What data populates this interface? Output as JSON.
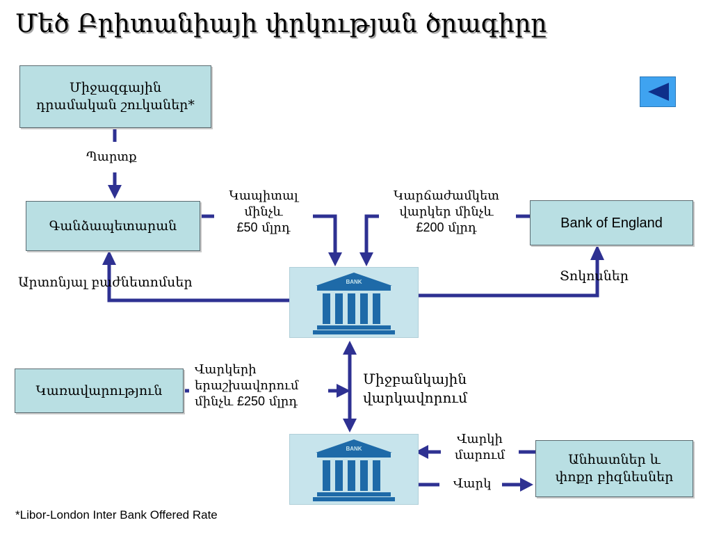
{
  "title": "Մեծ Բրիտանիայի փրկության ծրագիրը",
  "nodes": {
    "libor": {
      "line1": "Միջազգային",
      "line2": "դրամական շուկաներ*"
    },
    "treasury": "Գանձապետարան",
    "boe": "Bank of England",
    "government": "Կառավարություն",
    "individuals": {
      "line1": "Անհատներ և",
      "line2": "փոքր բիզնեսներ"
    },
    "bank_sign": "BANK"
  },
  "labels": {
    "debt": "Պարտք",
    "capital": {
      "line1": "Կապիտալ",
      "line2": "մինչև",
      "amount": "£50",
      "unit": " մլրդ"
    },
    "short_term": {
      "line1": "Կարճաժամկետ",
      "line2": "վարկեր մինչև",
      "amount": "£200",
      "unit": " մլրդ"
    },
    "preferred_shares": "Արտոնյալ բաժնետոմսեր",
    "interest": "Տոկոսներ",
    "guarantee": {
      "line1": "Վարկերի",
      "line2": "երաշխավորում",
      "line3a": "մինչև ",
      "amount": "£250",
      "unit": " մլրդ"
    },
    "interbank": {
      "line1": "Միջբանկային",
      "line2": "վարկավորում"
    },
    "repayment": {
      "line1": "Վարկի",
      "line2": "մարում"
    },
    "loan": "Վարկ"
  },
  "footnote": "*Libor-London Inter Bank Offered Rate",
  "colors": {
    "arrow": "#2e3192",
    "box_fill": "#b9dfe3",
    "bank_tile": "#c7e4ec",
    "bank_icon": "#1e6aa8",
    "nav_button": "#3fa3f0",
    "nav_arrow": "#0e2f8a"
  },
  "icons": {
    "bank": "bank-building-icon",
    "nav": "back-triangle-icon"
  }
}
